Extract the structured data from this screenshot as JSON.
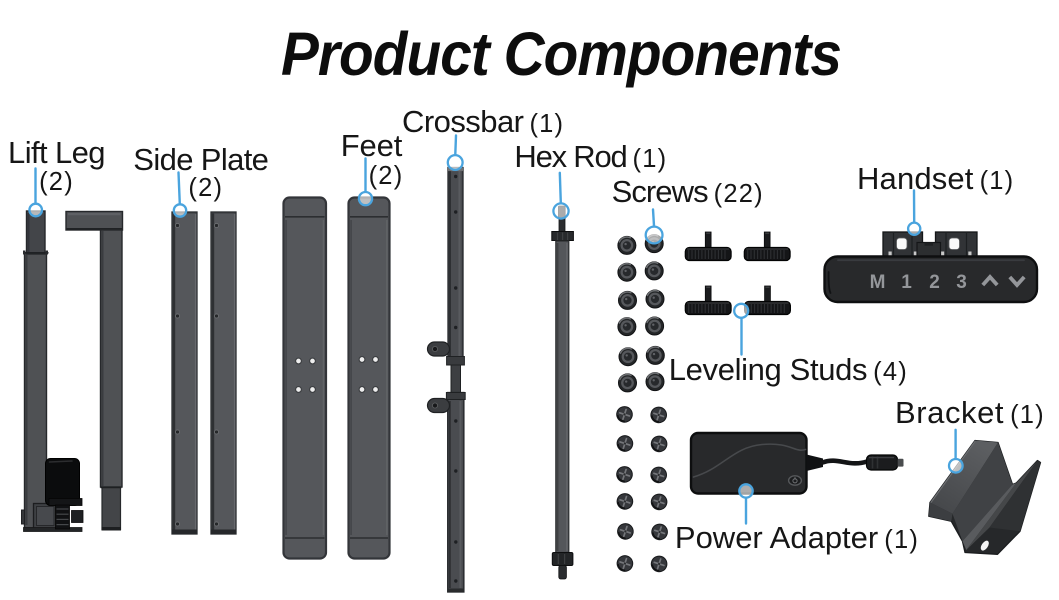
{
  "title": "Product Components",
  "labels": {
    "lift_leg": {
      "name": "Lift Leg",
      "count": "(2)"
    },
    "side_plate": {
      "name": "Side Plate",
      "count": "(2)"
    },
    "feet": {
      "name": "Feet",
      "count": "(2)"
    },
    "crossbar": {
      "name": "Crossbar",
      "count": "(1)"
    },
    "hex_rod": {
      "name": "Hex Rod",
      "count": "(1)"
    },
    "screws": {
      "name": "Screws",
      "count": "(22)"
    },
    "handset": {
      "name": "Handset",
      "count": "(1)"
    },
    "leveling_studs": {
      "name": "Leveling Studs",
      "count": "(4)"
    },
    "power_adapter": {
      "name": "Power Adapter",
      "count": "(1)"
    },
    "bracket": {
      "name": "Bracket",
      "count": "(1)"
    }
  },
  "handset": {
    "buttons": [
      "M",
      "1",
      "2",
      "3"
    ],
    "up_icon": "chevron-up",
    "down_icon": "chevron-down"
  },
  "colors": {
    "background": "#ffffff",
    "leader_accent": "#4aa4de",
    "label_text": "#161616",
    "part_gray": "#4e5054",
    "part_dark": "#131416"
  }
}
